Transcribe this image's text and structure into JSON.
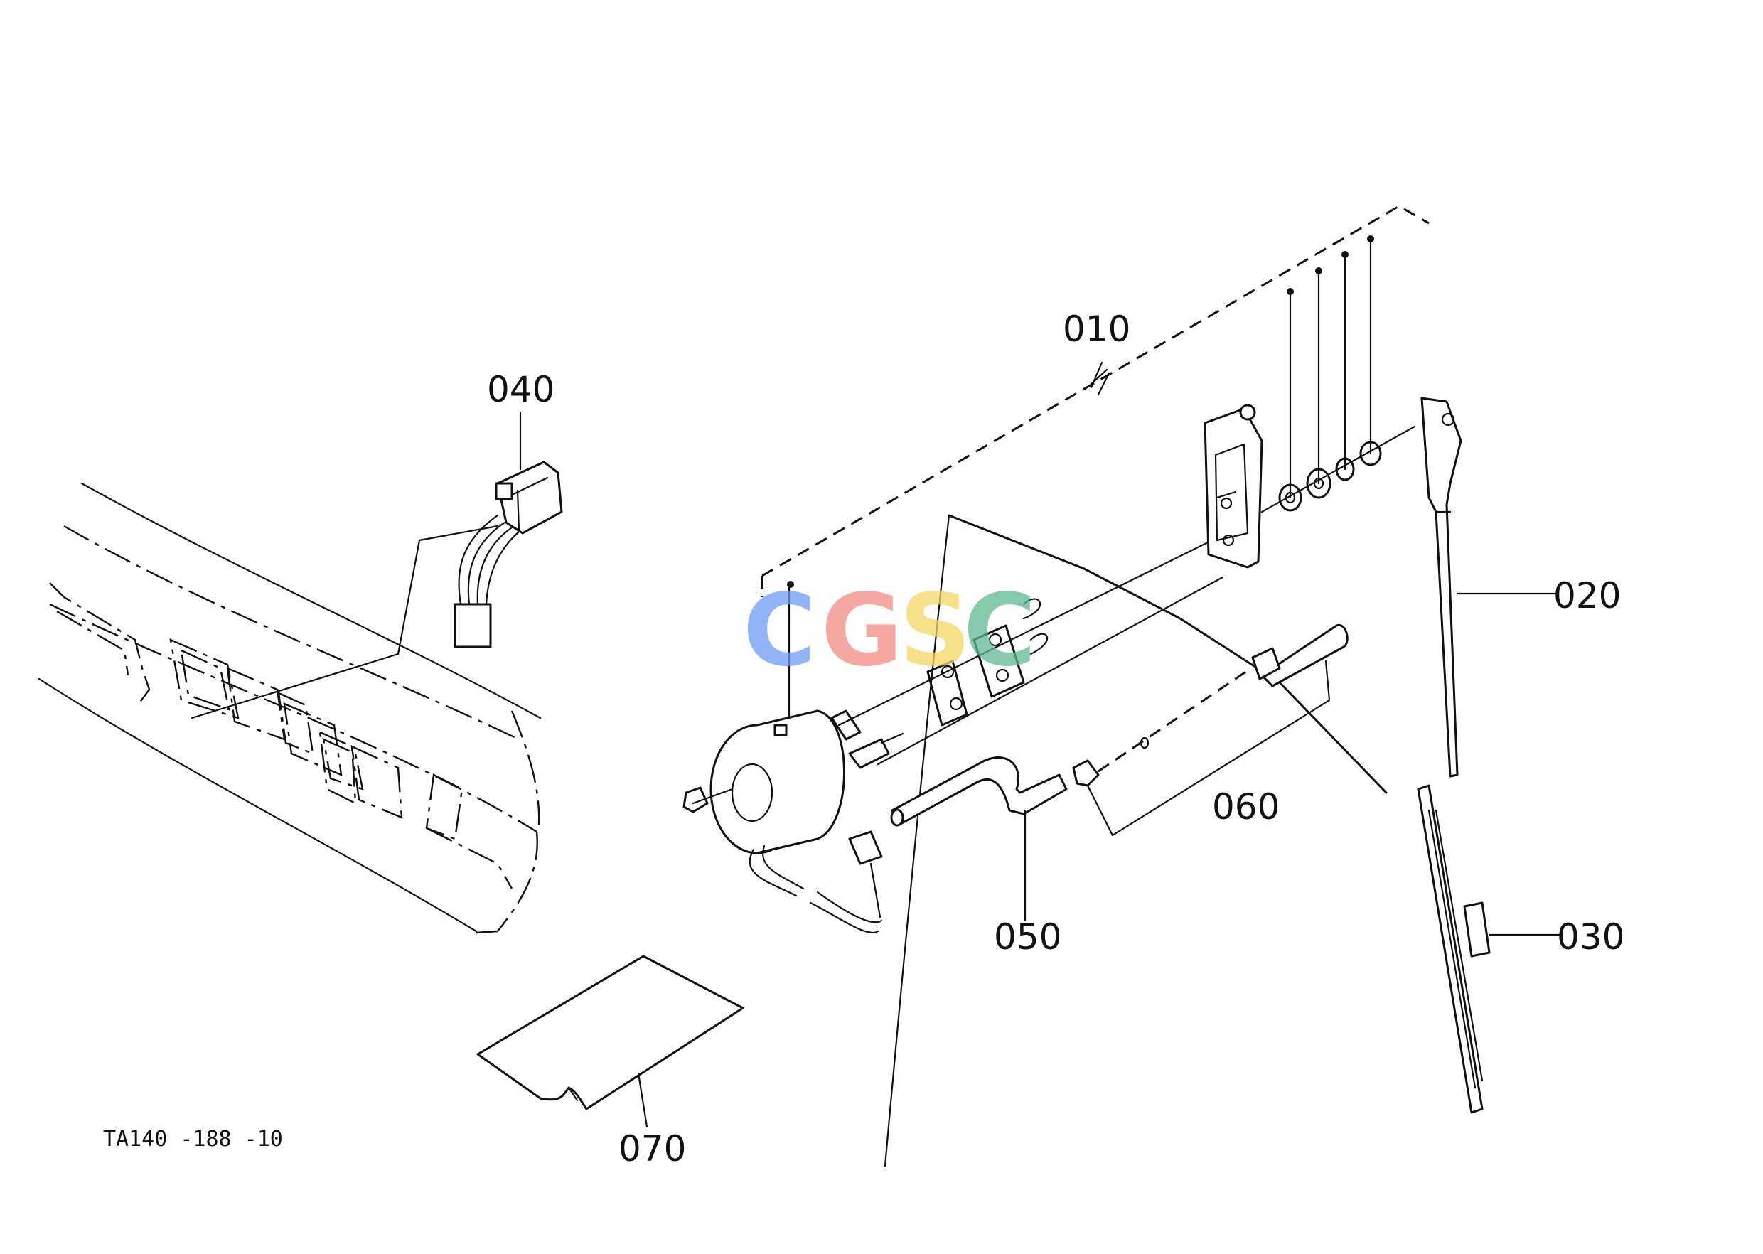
{
  "diagram": {
    "parts": [
      {
        "id": "p010",
        "label": "010"
      },
      {
        "id": "p020",
        "label": "020"
      },
      {
        "id": "p030",
        "label": "030"
      },
      {
        "id": "p040",
        "label": "040"
      },
      {
        "id": "p050",
        "label": "050"
      },
      {
        "id": "p060",
        "label": "060"
      },
      {
        "id": "p070",
        "label": "070"
      }
    ],
    "drawing_code": "TA140 -188 -10",
    "watermark": {
      "letters": [
        "C",
        "G",
        "S",
        "C"
      ],
      "colors": [
        "#6b9bf2",
        "#f28b82",
        "#f5d664",
        "#5fb891"
      ]
    }
  }
}
